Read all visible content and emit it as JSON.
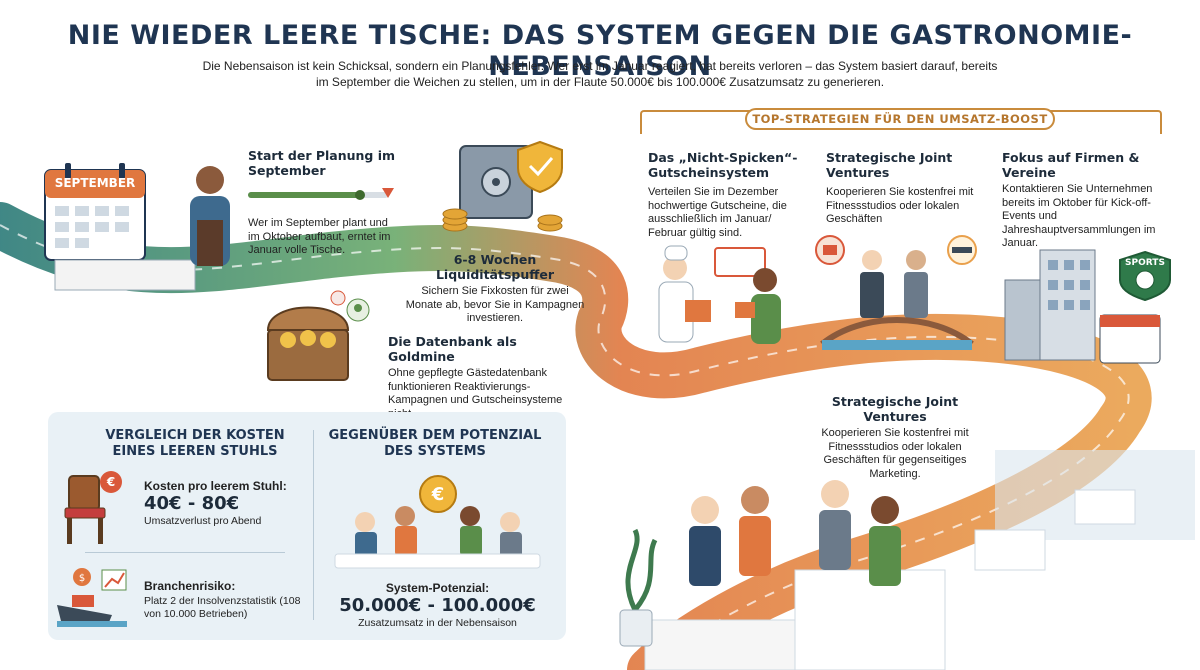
{
  "header": {
    "title": "NIE WIEDER LEERE TISCHE: DAS SYSTEM GEGEN DIE GASTRONOMIE-NEBENSAISON",
    "subtitle": "Die Nebensaison ist kein Schicksal, sondern ein Planungsfehler. Wer erst im Januar reagiert, hat bereits verloren – das System basiert darauf, bereits im September die Weichen zu stellen, um in der Flaute 50.000€ bis 100.000€ Zusatzumsatz zu generieren."
  },
  "calendar_label": "SEPTEMBER",
  "planning": {
    "title": "Start der Planung im September",
    "text": "Wer im September plant und im Oktober aufbaut, erntet im Januar volle Tische."
  },
  "liquidity": {
    "title": "6-8 Wochen Liquiditätspuffer",
    "text": "Sichern Sie Fixkosten für zwei Monate ab, bevor Sie in Kampagnen investieren."
  },
  "database": {
    "title": "Die Datenbank als Goldmine",
    "text": "Ohne gepflegte Gästedatenbank funktionieren Reaktivierungs-Kampagnen und Gutscheinsysteme nicht."
  },
  "strategies": {
    "banner": "TOP-STRATEGIEN FÜR DEN UMSATZ-BOOST",
    "items": [
      {
        "title": "Das „Nicht-Spicken“-Gutscheinsystem",
        "text": "Verteilen Sie im Dezember hochwertige Gutscheine, die ausschließlich im Januar/ Februar gültig sind."
      },
      {
        "title": "Strategische Joint Ventures",
        "text": "Kooperieren Sie kostenfrei mit Fitnessstudios oder lokalen Geschäften"
      },
      {
        "title": "Fokus auf Firmen & Vereine",
        "text": "Kontaktieren Sie Unternehmen bereits im Oktober für Kick-off-Events und Jahreshauptversammlungen im Januar."
      }
    ]
  },
  "joint_ventures_2": {
    "title": "Strategische Joint Ventures",
    "text": "Kooperieren Sie kostenfrei mit Fitnessstudios oder lokalen Geschäften für gegenseitiges Marketing."
  },
  "sports_badge": "SPORTS",
  "comparison": {
    "left_heading": "VERGLEICH DER KOSTEN EINES LEEREN STUHLS",
    "cost_label": "Kosten pro leerem Stuhl:",
    "cost_value": "40€ - 80€",
    "cost_note": "Umsatzverlust pro Abend",
    "risk_label": "Branchenrisiko:",
    "risk_text": "Platz 2 der Insolvenzstatistik (108 von 10.000 Betrieben)",
    "right_heading": "GEGENÜBER DEM POTENZIAL DES SYSTEMS",
    "potential_label": "System-Potenzial:",
    "potential_value": "50.000€ - 100.000€",
    "potential_note": "Zusatzumsatz in der Nebensaison"
  },
  "colors": {
    "title": "#1f3552",
    "accent": "#c98b3c",
    "path_red": "#d9583a",
    "path_orange": "#e9a04c",
    "panel": "#e9f1f6"
  }
}
